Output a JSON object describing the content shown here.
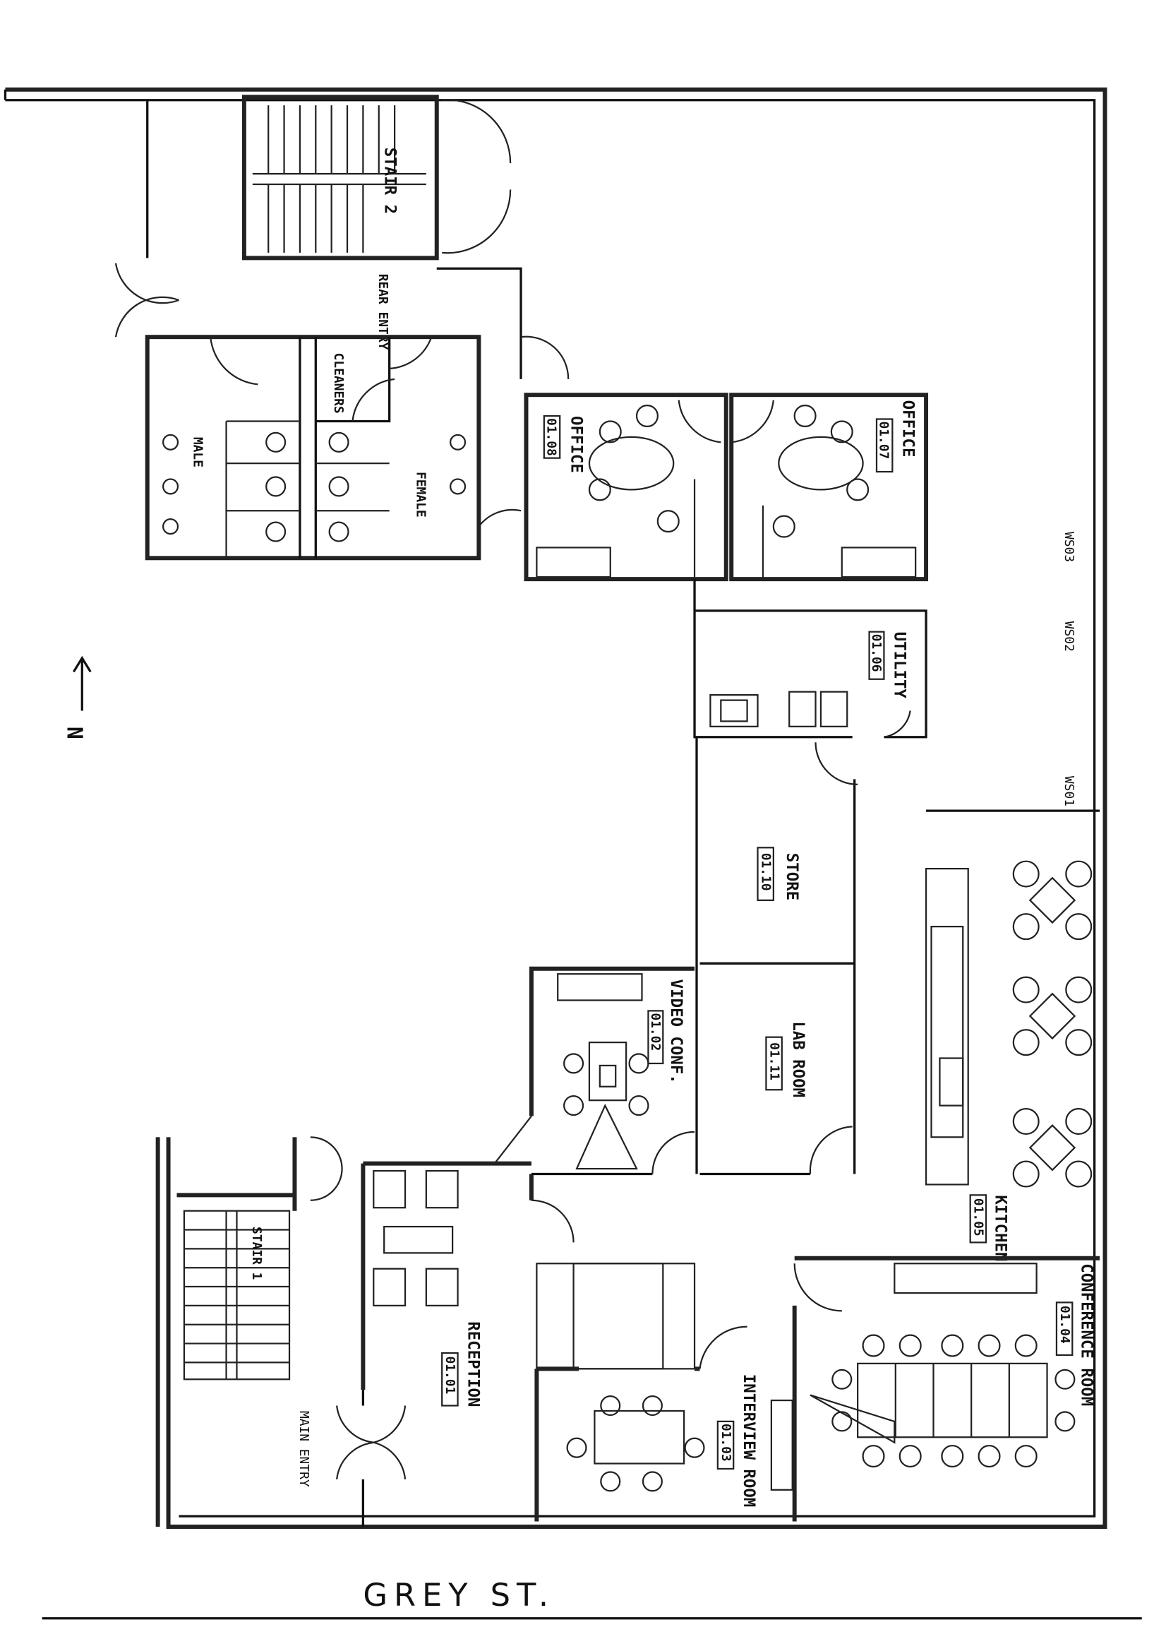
{
  "plan": {
    "north_label": "N",
    "street": "GREY ST.",
    "rooms": {
      "stair2": "STAIR 2",
      "stair1": "STAIR 1",
      "rear_entry": "REAR ENTRY",
      "main_entry": "MAIN ENTRY",
      "cleaners": "CLEANERS",
      "male": "MALE",
      "female": "FEMALE",
      "office_a": {
        "name": "OFFICE",
        "number": "01.08"
      },
      "office_b": {
        "name": "OFFICE",
        "number": "01.07"
      },
      "utility": {
        "name": "UTILITY",
        "number": "01.06"
      },
      "store": {
        "name": "STORE",
        "number": "01.10"
      },
      "lab": {
        "name": "LAB ROOM",
        "number": "01.11"
      },
      "video": {
        "name": "VIDEO CONF.",
        "number": "01.02"
      },
      "kitchen": {
        "name": "KITCHEN",
        "number": "01.05"
      },
      "conference": {
        "name": "CONFERENCE ROOM",
        "number": "01.04"
      },
      "interview": {
        "name": "INTERVIEW ROOM",
        "number": "01.03"
      },
      "reception": {
        "name": "RECEPTION",
        "number": "01.01"
      }
    },
    "workstations": [
      "WS03",
      "WS02",
      "WS01"
    ]
  }
}
